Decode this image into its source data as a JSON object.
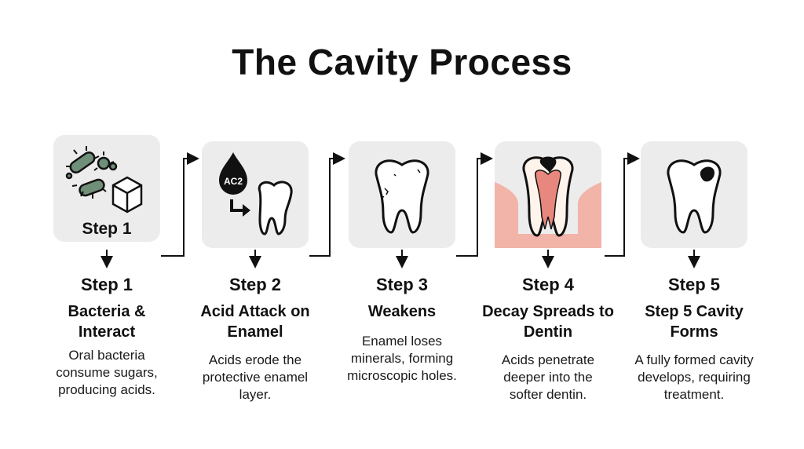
{
  "title": "The Cavity Process",
  "colors": {
    "bacteria": "#6f8f78",
    "gum": "#f2b4a8",
    "pulp": "#e8877d",
    "decay": "#111111",
    "card": "#ececec"
  },
  "steps": [
    {
      "card_label": "Step 1",
      "icon": "bacteria-and-sugar-cube-icon",
      "step": "Step 1",
      "sub": "Bacteria & Interact",
      "desc": "Oral bacteria consume sugars, producing acids."
    },
    {
      "card_label": "",
      "icon": "acid-drop-and-tooth-icon",
      "acid_label": "AC2",
      "step": "Step 2",
      "sub": "Acid Attack on Enamel",
      "desc": "Acids erode the protective enamel layer."
    },
    {
      "card_label": "",
      "icon": "weakened-tooth-icon",
      "step": "Step 3",
      "sub": "Weakens",
      "desc": "Enamel loses minerals, forming microscopic holes."
    },
    {
      "card_label": "",
      "icon": "tooth-cross-section-icon",
      "step": "Step 4",
      "sub": "Decay Spreads to Dentin",
      "desc": "Acids penetrate deeper into the softer dentin."
    },
    {
      "card_label": "",
      "icon": "tooth-with-cavity-icon",
      "step": "Step 5",
      "sub": "Step 5 Cavity Forms",
      "desc": "A fully formed cavity develops, requiring treatment."
    }
  ]
}
